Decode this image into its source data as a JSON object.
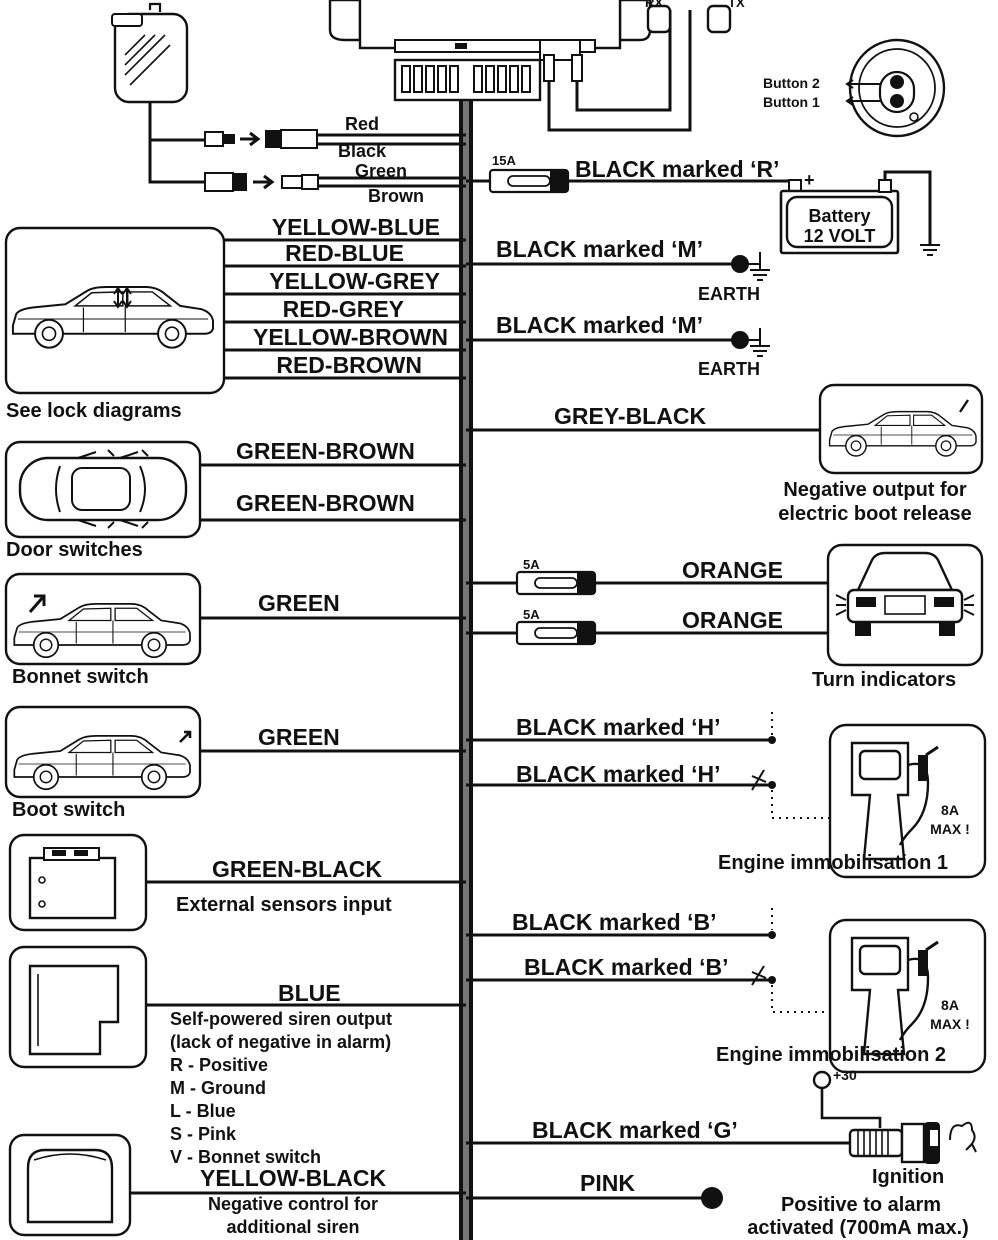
{
  "top": {
    "rx": "RX",
    "tx": "TX",
    "button2": "Button 2",
    "button1": "Button 1",
    "red": "Red",
    "black": "Black",
    "green": "Green",
    "brown": "Brown"
  },
  "power": {
    "fuse_main": "15A",
    "black_r": "BLACK marked ‘R’",
    "battery_line1": "Battery",
    "battery_line2": "12 VOLT",
    "plus": "+"
  },
  "lock": {
    "wires": [
      "YELLOW-BLUE",
      "RED-BLUE",
      "YELLOW-GREY",
      "RED-GREY",
      "YELLOW-BROWN",
      "RED-BROWN"
    ],
    "caption": "See lock diagrams"
  },
  "earth": {
    "label1": "BLACK marked ‘M’",
    "label2": "BLACK marked ‘M’",
    "earth": "EARTH"
  },
  "boot_release": {
    "wire": "GREY-BLACK",
    "line1": "Negative output for",
    "line2": "electric boot release"
  },
  "door": {
    "wire1": "GREEN-BROWN",
    "wire2": "GREEN-BROWN",
    "caption": "Door switches"
  },
  "turn": {
    "fuse": "5A",
    "wire": "ORANGE",
    "caption": "Turn indicators"
  },
  "bonnet": {
    "wire": "GREEN",
    "caption": "Bonnet switch"
  },
  "boot": {
    "wire": "GREEN",
    "caption": "Boot switch"
  },
  "immob1": {
    "label1": "BLACK marked ‘H’",
    "label2": "BLACK marked ‘H’",
    "rating1": "8A",
    "rating2": "MAX !",
    "caption": "Engine immobilisation 1"
  },
  "sensors": {
    "wire": "GREEN-BLACK",
    "caption": "External sensors input"
  },
  "immob2": {
    "label1": "BLACK marked ‘B’",
    "label2": "BLACK marked ‘B’",
    "rating1": "8A",
    "rating2": "MAX !",
    "caption": "Engine immobilisation 2"
  },
  "siren": {
    "wire": "BLUE",
    "lines": [
      "Self-powered siren output",
      "(lack of negative in alarm)",
      "R - Positive",
      "M - Ground",
      "L - Blue",
      "S - Pink",
      "V - Bonnet switch"
    ]
  },
  "ignition": {
    "plus30": "+30",
    "wire": "BLACK marked ‘G’",
    "caption": "Ignition"
  },
  "add_siren": {
    "wire": "YELLOW-BLACK",
    "line1": "Negative control for",
    "line2": "additional siren"
  },
  "pink": {
    "wire": "PINK",
    "line1": "Positive to alarm",
    "line2": "activated (700mA max.)"
  }
}
